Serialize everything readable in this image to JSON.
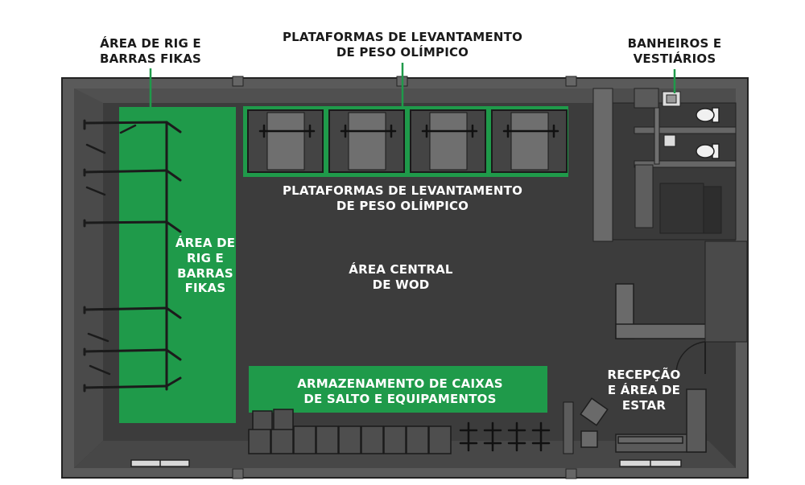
{
  "colors": {
    "floor": "#3c3c3c",
    "wall": "#545454",
    "wall_dark": "#2a2a2a",
    "accent_green": "#1f9a4a",
    "label_dark": "#1a1a1a",
    "label_light": "#ffffff"
  },
  "labels": {
    "rig_callout": "ÁREA DE RIG E\nBARRAS FIKAS",
    "platforms_callout": "PLATAFORMAS DE LEVANTAMENTO\nDE PESO OLÍMPICO",
    "restrooms_callout": "BANHEIROS E\nVESTIÁRIOS",
    "platforms_floor": "PLATAFORMAS DE LEVANTAMENTO\nDE PESO OLÍMPICO",
    "rig_floor": "ÁREA DE\nRIG E\nBARRAS\nFIKAS",
    "central": "ÁREA CENTRAL\nDE WOD",
    "storage": "ARMAZENAMENTO DE CAIXAS\nDE SALTO E EQUIPAMENTOS",
    "reception": "RECEPÇÃO\nE ÁREA DE\nESTAR"
  },
  "icons": [
    "pull-up-bar-icon",
    "barbell-icon",
    "toilet-icon",
    "sink-icon",
    "plyo-box-icon",
    "chair-icon",
    "sofa-icon",
    "door-icon",
    "window-icon"
  ]
}
